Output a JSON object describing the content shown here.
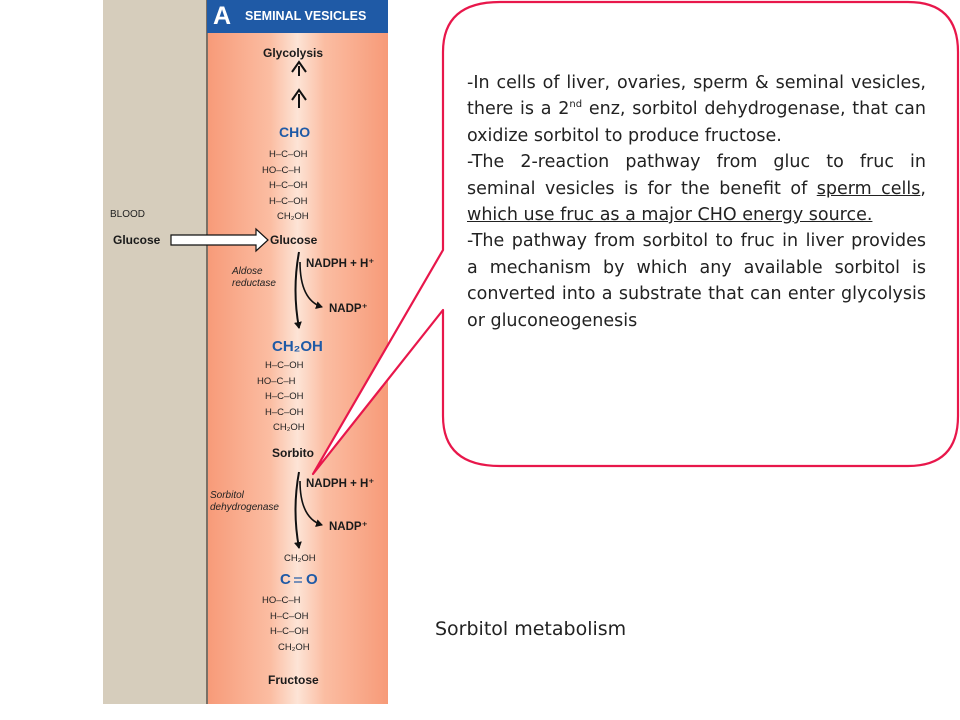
{
  "panel": {
    "letter": "A",
    "title": "SEMINAL VESICLES",
    "blood_label": "BLOOD",
    "glycolysis": "Glycolysis",
    "glucose_blood": "Glucose",
    "glucose_cell": "Glucose",
    "cho": "CHO",
    "glucose_chain": [
      "H–C–OH",
      "HO–C–H",
      "H–C–OH",
      "H–C–OH",
      "CH₂OH"
    ],
    "enzyme1": [
      "Aldose",
      "reductase"
    ],
    "cofactor_in1": "NADPH + H⁺",
    "cofactor_out1": "NADP⁺",
    "ch2oh": "CH₂OH",
    "sorbitol_chain": [
      "H–C–OH",
      "HO–C–H",
      "H–C–OH",
      "H–C–OH",
      "CH₂OH"
    ],
    "sorbitol": "Sorbito",
    "enzyme2": [
      "Sorbitol",
      "dehydrogenase"
    ],
    "cofactor_in2": "NADPH + H⁺",
    "cofactor_out2": "NADP⁺",
    "fructose_top": "CH₂OH",
    "carbonyl_c": "C",
    "carbonyl_o": "O",
    "fructose_chain": [
      "HO–C–H",
      "H–C–OH",
      "H–C–OH",
      "CH₂OH"
    ],
    "fructose": "Fructose"
  },
  "bubble": {
    "para1_pre": "-In cells of liver, ovaries, sperm & seminal vesicles, there is a 2",
    "para1_sup": "nd",
    "para1_post": " enz, sorbitol dehydrogenase, that can oxidize sorbitol to produce fructose.",
    "para2_pre": "-The 2-reaction pathway from gluc to fruc in seminal vesicles is for the benefit of ",
    "para2_u1": "sperm cells",
    "para2_mid": ", ",
    "para2_u2": "which use fruc as a major CHO energy source.",
    "para3": "-The pathway from sorbitol to fruc in liver provides a mechanism by which any available sorbitol is converted into a substrate that can enter glycolysis or gluconeogenesis"
  },
  "caption": "Sorbitol metabolism",
  "colors": {
    "header_blue": "#1f5aa6",
    "panel_salmon": "#f79a78",
    "blood_tan": "#d6cdbc",
    "bubble_border": "#e8174b"
  }
}
